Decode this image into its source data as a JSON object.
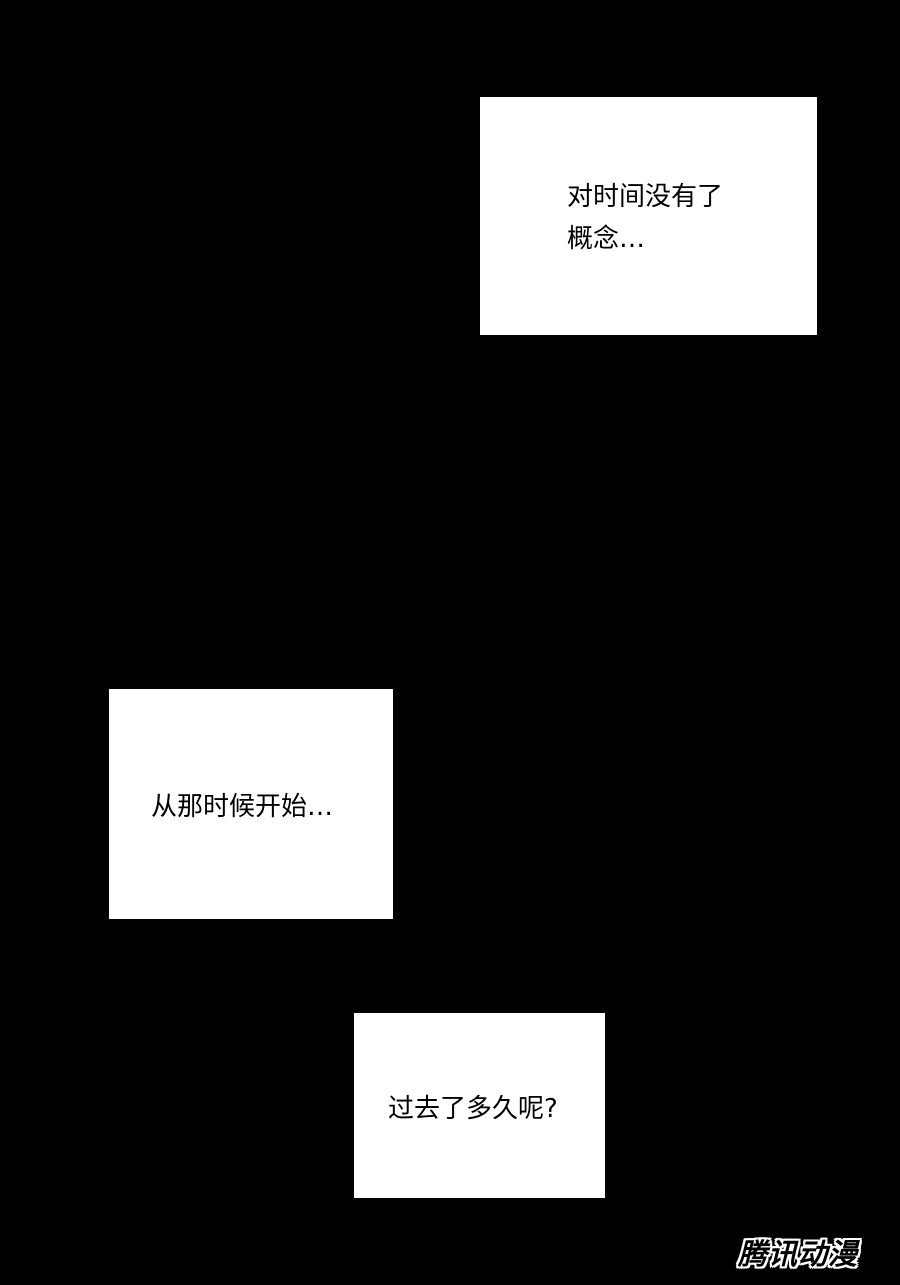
{
  "panels": [
    {
      "lines": [
        "对时间没有了",
        "概念…"
      ]
    },
    {
      "lines": [
        "从那时候开始…"
      ]
    },
    {
      "lines": [
        "过去了多久呢?"
      ]
    }
  ],
  "watermark": "腾讯动漫",
  "colors": {
    "background": "#000000",
    "panel": "#ffffff",
    "text": "#000000"
  }
}
